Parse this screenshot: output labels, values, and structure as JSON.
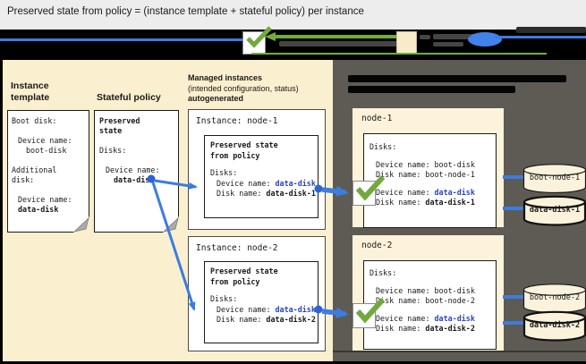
{
  "header": {
    "title": "Preserved state from policy = (instance template + stateful policy) per instance"
  },
  "instance_template": {
    "heading": "Instance template",
    "boot_disk_label": "Boot disk:",
    "boot_device_label": "Device name:",
    "boot_device_value": "boot-disk",
    "additional_disk_line1": "Additional",
    "additional_disk_line2": "disk:",
    "data_device_label": "Device name:",
    "data_device_value": "data-disk"
  },
  "stateful_policy": {
    "heading": "Stateful policy",
    "card_title": "Preserved state",
    "disks_label": "Disks:",
    "device_label": "Device name:",
    "device_value": "data-disk"
  },
  "managed_instances": {
    "heading_line1": "Managed instances",
    "heading_line2": "(intended configuration, status)",
    "heading_line3": "autogenerated",
    "instances": [
      {
        "title": "Instance: node-1",
        "box_title": "Preserved state from policy",
        "disks_label": "Disks:",
        "device_label": "Device name:",
        "device_value": "data-disk",
        "disk_label": "Disk name:",
        "disk_value": "data-disk-1"
      },
      {
        "title": "Instance: node-2",
        "box_title": "Preserved state from policy",
        "disks_label": "Disks:",
        "device_label": "Device name:",
        "device_value": "data-disk",
        "disk_label": "Disk name:",
        "disk_value": "data-disk-2"
      }
    ]
  },
  "vm_group": {
    "nodes": [
      {
        "title": "node-1",
        "disks_label": "Disks:",
        "boot_device_label": "Device name:",
        "boot_device_value": "boot-disk",
        "boot_disk_label": "Disk name:",
        "boot_disk_value": "boot-node-1",
        "data_device_label": "Device name:",
        "data_device_value": "data-disk",
        "data_disk_label": "Disk name:",
        "data_disk_value": "data-disk-1",
        "boot_cylinder_label": "boot-node-1",
        "data_cylinder_label": "data-disk-1"
      },
      {
        "title": "node-2",
        "disks_label": "Disks:",
        "boot_device_label": "Device name:",
        "boot_device_value": "boot-disk",
        "boot_disk_label": "Disk name:",
        "boot_disk_value": "boot-node-2",
        "data_device_label": "Device name:",
        "data_device_value": "data-disk",
        "data_disk_label": "Disk name:",
        "data_disk_value": "data-disk-2",
        "boot_cylinder_label": "boot-node-2",
        "data_cylinder_label": "data-disk-2"
      }
    ]
  },
  "colors": {
    "accent_blue_text": "#2645C8",
    "arrow_blue": "#3D7CE0",
    "check_green": "#72A93C",
    "panel_cream": "#FAF0CF",
    "panel_dark": "#5E5B54"
  }
}
